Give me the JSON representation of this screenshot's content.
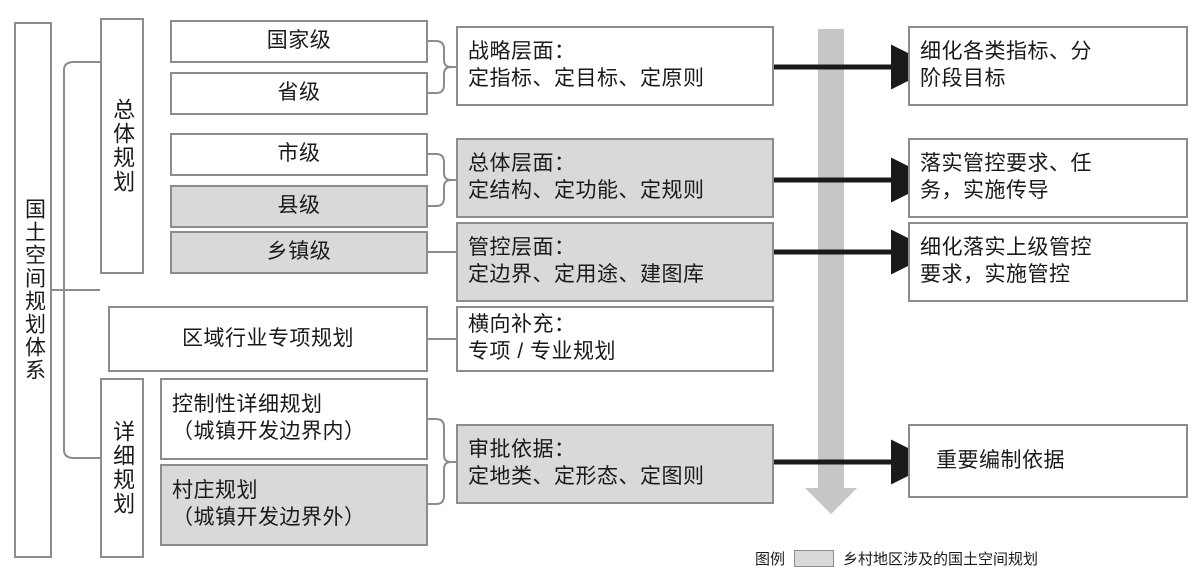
{
  "diagram": {
    "root": {
      "label": "国土空间规划体系"
    },
    "categories": [
      {
        "id": "overall",
        "label": "总体规划"
      },
      {
        "id": "detailed",
        "label": "详细规划"
      }
    ],
    "level_boxes": [
      {
        "id": "national",
        "label": "国家级",
        "shaded": false
      },
      {
        "id": "provincial",
        "label": "省级",
        "shaded": false
      },
      {
        "id": "city",
        "label": "市级",
        "shaded": false
      },
      {
        "id": "county",
        "label": "县级",
        "shaded": true
      },
      {
        "id": "township",
        "label": "乡镇级",
        "shaded": true
      },
      {
        "id": "regional-special",
        "label": "区域行业专项规划",
        "shaded": false
      },
      {
        "id": "regulatory-detailed",
        "label": "控制性详细规划\n（城镇开发边界内）",
        "shaded": false
      },
      {
        "id": "village",
        "label": "村庄规划\n（城镇开发边界外）",
        "shaded": true
      }
    ],
    "aspect_boxes": [
      {
        "id": "strategy",
        "label": "战略层面：\n定指标、定目标、定原则",
        "shaded": false
      },
      {
        "id": "overall-aspect",
        "label": "总体层面：\n定结构、定功能、定规则",
        "shaded": true
      },
      {
        "id": "control",
        "label": "管控层面：\n定边界、定用途、建图库",
        "shaded": true
      },
      {
        "id": "horizontal",
        "label": "横向补充：\n专项 / 专业规划",
        "shaded": false
      },
      {
        "id": "approval",
        "label": "审批依据：\n定地类、定形态、定图则",
        "shaded": true
      }
    ],
    "outcome_boxes": [
      {
        "id": "refine-indicators",
        "label": "细化各类指标、分\n阶段目标"
      },
      {
        "id": "implement-control",
        "label": "落实管控要求、任\n务，实施传导"
      },
      {
        "id": "refine-superior",
        "label": "细化落实上级管控\n要求，实施管控"
      },
      {
        "id": "important-basis",
        "label": "重要编制依据"
      }
    ],
    "legend": {
      "title": "图例",
      "swatch_label": "乡村地区涉及的国土空间规划"
    },
    "colors": {
      "shade_fill": "#d9d9d9",
      "border": "#8c8c8c",
      "arrow": "#1a1a1a",
      "flow_arrow": "#c6c6c6",
      "text": "#1a1a1a"
    }
  }
}
